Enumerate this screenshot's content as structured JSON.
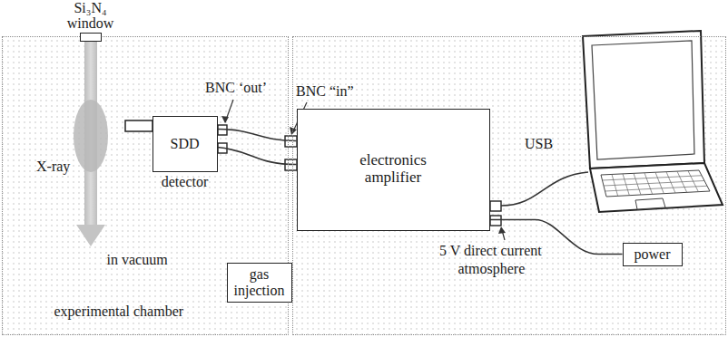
{
  "diagram": {
    "nodes": [
      {
        "text": [
          "in vacuum",
          "experimental chamber"
        ]
      },
      {
        "text": [
          "Si₃N₄ window"
        ],
        "in": 0
      },
      {
        "text": [
          "SDD",
          "detector"
        ],
        "in": 0
      },
      {
        "text": [
          "gas injection"
        ],
        "in": 0
      },
      {
        "text": [
          "atmosphere"
        ]
      },
      {
        "text": [
          "electronics amplifier"
        ],
        "in": 4
      },
      {
        "text": [
          "power"
        ],
        "in": 4
      }
    ],
    "edges": [
      {
        "from": 2,
        "to": 5,
        "arrow": "none"
      },
      {
        "from": 2,
        "to": 5,
        "arrow": "none"
      },
      {
        "from": 6,
        "to": 5,
        "arrow": "none"
      }
    ],
    "labels": [
      "X-ray",
      "BNC ‘out’",
      "BNC “in”",
      "USB",
      "5 V direct current"
    ]
  }
}
